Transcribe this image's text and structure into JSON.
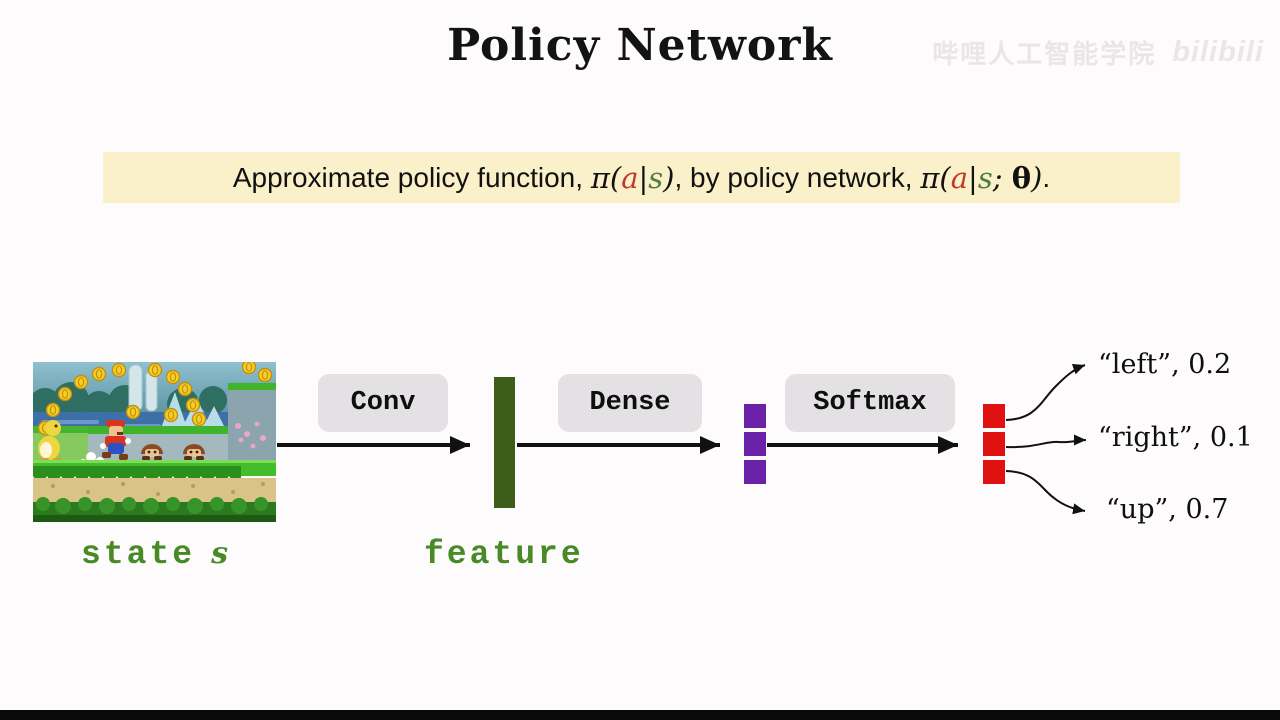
{
  "slide": {
    "title": "Policy Network"
  },
  "watermark": {
    "text": "哔哩人工智能学院",
    "logo": "bilibili"
  },
  "banner": {
    "text_before": "Approximate policy function, ",
    "formula1": {
      "pi": "π(",
      "a": "a",
      "bar": "|",
      "s": "s",
      "close": ")"
    },
    "text_mid": ", by policy network, ",
    "formula2": {
      "pi": "π(",
      "a": "a",
      "bar": "|",
      "s": "s",
      "semi": "; ",
      "theta": "θ",
      "close": ")"
    },
    "text_after": "."
  },
  "diagram": {
    "conv_label": "Conv",
    "dense_label": "Dense",
    "softmax_label": "Softmax",
    "state_label": "state",
    "state_var": "s",
    "feature_label": "feature",
    "dense_vector_cells": 3,
    "softmax_vector_cells": 3,
    "outputs": [
      {
        "label": "“left”, 0.2",
        "action": "left",
        "probability": 0.2
      },
      {
        "label": "“right”, 0.1",
        "action": "right",
        "probability": 0.1
      },
      {
        "label": "“up”, 0.7",
        "action": "up",
        "probability": 0.7
      }
    ]
  },
  "colors": {
    "bg": "#fdfbfc",
    "banner-bg": "#faf0c9",
    "box-bg": "#e3e1e3",
    "feature-bar": "#3d5e18",
    "vector-purple": "#6b21a8",
    "vector-red": "#e01111",
    "green-text": "#478a26",
    "formula-a": "#c0392b",
    "formula-s": "#4e7d45",
    "arrow": "#111111",
    "watermark": "#e9e6e9",
    "bottom-bar": "#0a0a0a"
  }
}
